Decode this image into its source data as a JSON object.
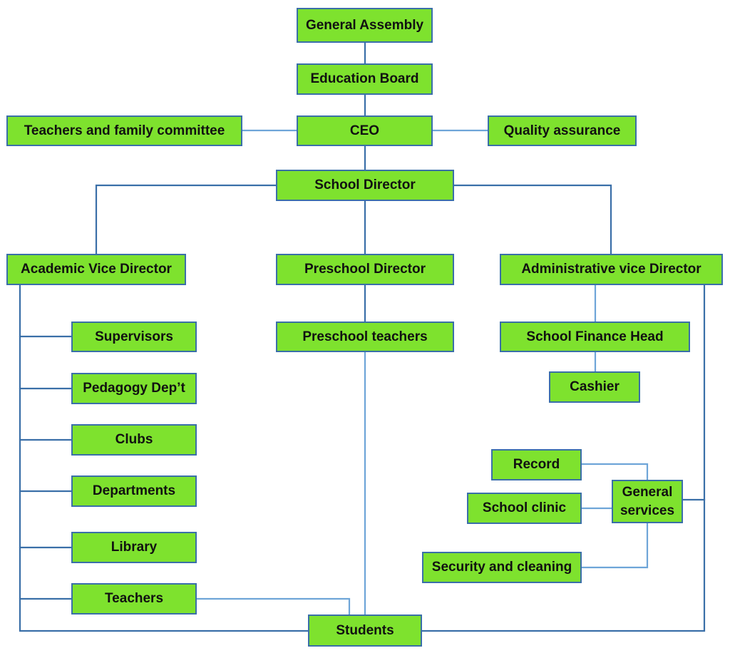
{
  "nodes": {
    "general_assembly": "General Assembly",
    "education_board": "Education Board",
    "ceo": "CEO",
    "teachers_family_committee": "Teachers and family committee",
    "quality_assurance": "Quality assurance",
    "school_director": "School Director",
    "academic_vice_director": "Academic Vice Director",
    "preschool_director": "Preschool Director",
    "administrative_vice_director": "Administrative vice Director",
    "supervisors": "Supervisors",
    "pedagogy_dept": "Pedagogy Dep’t",
    "clubs": "Clubs",
    "departments": "Departments",
    "library": "Library",
    "teachers": "Teachers",
    "preschool_teachers": "Preschool teachers",
    "school_finance_head": "School Finance Head",
    "cashier": "Cashier",
    "record": "Record",
    "school_clinic": "School clinic",
    "general_services": "General services",
    "security_cleaning": "Security and cleaning",
    "students": "Students"
  },
  "colors": {
    "box_fill": "#7ee22e",
    "box_border": "#3a6fa8",
    "connector_dark": "#3a6fa8",
    "connector_light": "#6ea5d8"
  }
}
